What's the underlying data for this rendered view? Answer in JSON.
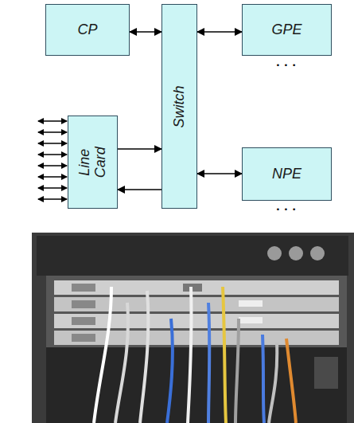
{
  "diagram": {
    "nodes": [
      {
        "text": [
          "CP"
        ]
      },
      {
        "text": [
          "Switch"
        ]
      },
      {
        "text": [
          "GPE"
        ]
      },
      {
        "text": [
          "Line Card"
        ]
      },
      {
        "text": [
          "NPE"
        ]
      }
    ],
    "edges": [
      {
        "from": 0,
        "to": 1,
        "arrow": "both"
      },
      {
        "from": 1,
        "to": 2,
        "arrow": "both"
      },
      {
        "from": 3,
        "to": 1,
        "arrow": "to"
      },
      {
        "from": 1,
        "to": 3,
        "arrow": "to"
      },
      {
        "from": 1,
        "to": 4,
        "arrow": "both"
      }
    ],
    "labels": [
      "• • •",
      "• • •"
    ]
  }
}
